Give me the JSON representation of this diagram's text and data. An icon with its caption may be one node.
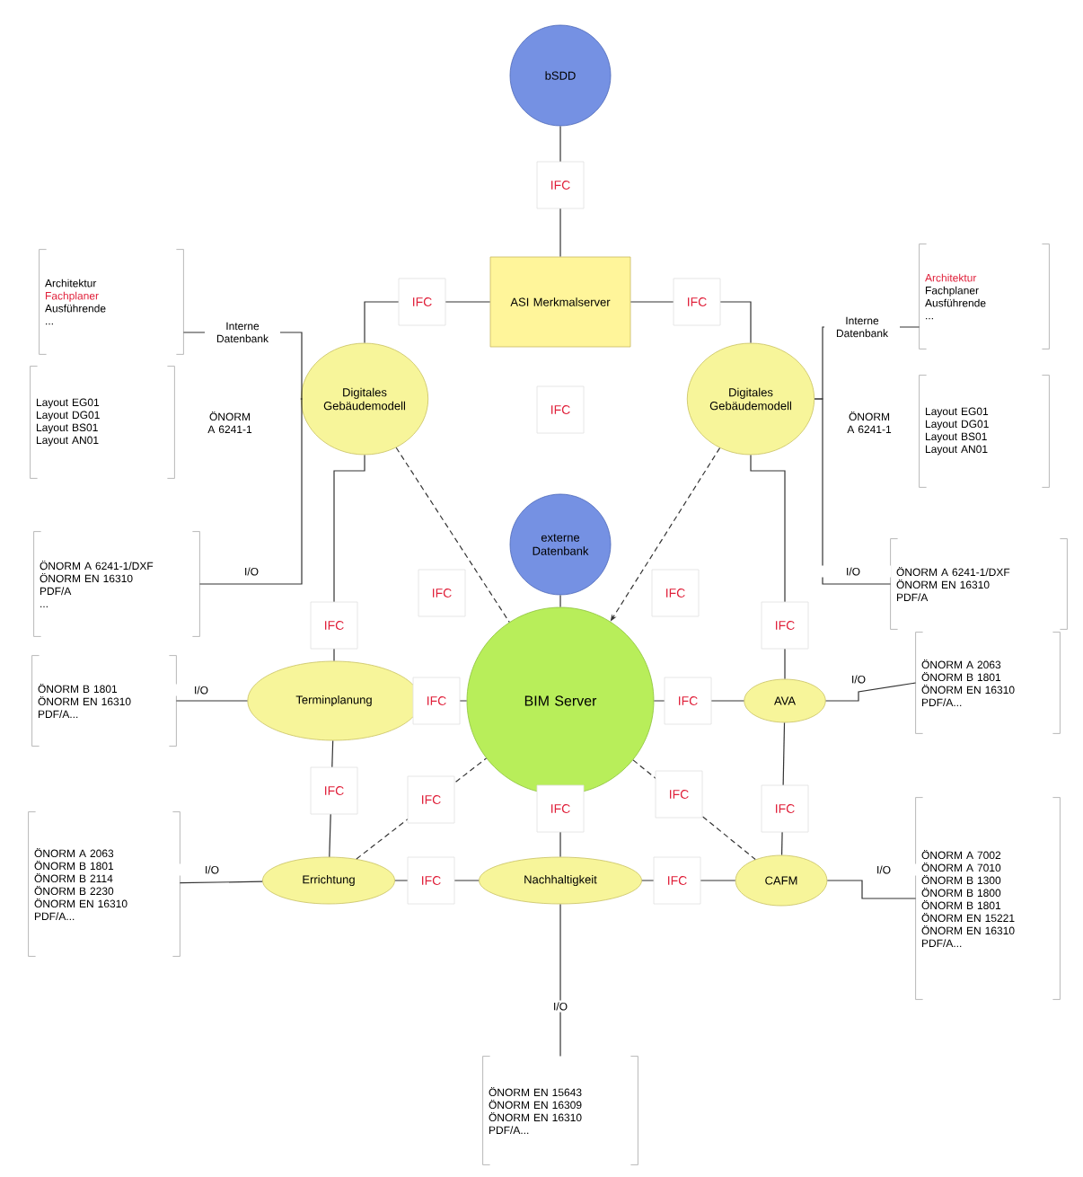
{
  "diagram": {
    "nodes": [
      {
        "text": [
          "bSDD"
        ]
      },
      {
        "text": [
          "ASI Merkmalserver"
        ]
      },
      {
        "text": [
          "Digitales Gebäudemodell"
        ]
      },
      {
        "text": [
          "Digitales Gebäudemodell"
        ]
      },
      {
        "text": [
          "externe Datenbank"
        ]
      },
      {
        "text": [
          "BIM Server"
        ]
      },
      {
        "text": [
          "Terminplanung"
        ]
      },
      {
        "text": [
          "AVA"
        ]
      },
      {
        "text": [
          "Errichtung"
        ]
      },
      {
        "text": [
          "Nachhaltigkeit"
        ]
      },
      {
        "text": [
          "CAFM"
        ]
      },
      {
        "text": [
          "Architektur",
          "Fachplaner",
          "Ausführende",
          "..."
        ]
      },
      {
        "text": [
          "Layout EG01",
          "Layout DG01",
          "Layout BS01",
          "Layout AN01"
        ],
        "beside": [
          "ÖNORM A 6241-1"
        ]
      },
      {
        "text": [
          "ÖNORM A 6241-1/DXF",
          "ÖNORM EN 16310",
          "PDF/A",
          "..."
        ]
      },
      {
        "text": [
          "ÖNORM B 1801",
          "ÖNORM EN 16310",
          "PDF/A..."
        ]
      },
      {
        "text": [
          "ÖNORM A 2063",
          "ÖNORM B 1801",
          "ÖNORM B 2114",
          "ÖNORM B 2230",
          "ÖNORM EN 16310",
          "PDF/A..."
        ]
      },
      {
        "text": [
          "ÖNORM EN 15643",
          "ÖNORM EN 16309",
          "ÖNORM EN 16310",
          "PDF/A..."
        ]
      },
      {
        "text": [
          "ÖNORM A 7002",
          "ÖNORM A 7010",
          "ÖNORM B 1300",
          "ÖNORM B 1800",
          "ÖNORM B 1801",
          "ÖNORM EN 15221",
          "ÖNORM EN 16310",
          "PDF/A..."
        ]
      },
      {
        "text": [
          "ÖNORM A 2063",
          "ÖNORM B 1801",
          "ÖNORM EN 16310",
          "PDF/A..."
        ]
      },
      {
        "text": [
          "Architektur",
          "Fachplaner",
          "Ausführende",
          "..."
        ]
      },
      {
        "text": [
          "Layout EG01",
          "Layout DG01",
          "Layout BS01",
          "Layout AN01"
        ],
        "beside": [
          "ÖNORM A 6241-1"
        ]
      },
      {
        "text": [
          "ÖNORM A 6241-1/DXF",
          "ÖNORM EN 16310",
          "PDF/A"
        ]
      }
    ],
    "edges": [
      {
        "from": 0,
        "to": 1,
        "arrow": "none",
        "label": "IFC"
      },
      {
        "from": 1,
        "to": 2,
        "arrow": "none",
        "label": "IFC"
      },
      {
        "from": 1,
        "to": 3,
        "arrow": "none",
        "label": "IFC"
      },
      {
        "from": 2,
        "to": 5,
        "arrow": "none",
        "label": "IFC",
        "style": "dashed"
      },
      {
        "from": 3,
        "to": 5,
        "arrow": "to",
        "label": "IFC",
        "style": "dashed"
      },
      {
        "from": 4,
        "to": 5,
        "arrow": "none"
      },
      {
        "from": 2,
        "to": 6,
        "arrow": "none",
        "label": "IFC"
      },
      {
        "from": 3,
        "to": 7,
        "arrow": "none",
        "label": "IFC"
      },
      {
        "from": 6,
        "to": 5,
        "arrow": "none",
        "label": "IFC"
      },
      {
        "from": 5,
        "to": 7,
        "arrow": "none",
        "label": "IFC"
      },
      {
        "from": 6,
        "to": 8,
        "arrow": "none",
        "label": "IFC"
      },
      {
        "from": 8,
        "to": 5,
        "arrow": "none",
        "label": "IFC",
        "style": "dashed"
      },
      {
        "from": 5,
        "to": 9,
        "arrow": "none",
        "label": "IFC"
      },
      {
        "from": 5,
        "to": 10,
        "arrow": "none",
        "label": "IFC",
        "style": "dashed"
      },
      {
        "from": 7,
        "to": 10,
        "arrow": "none",
        "label": "IFC"
      },
      {
        "from": 8,
        "to": 9,
        "arrow": "none",
        "label": "IFC"
      },
      {
        "from": 9,
        "to": 10,
        "arrow": "none",
        "label": "IFC"
      },
      {
        "from": 6,
        "to": 14,
        "arrow": "none",
        "label": "I/O"
      },
      {
        "from": 8,
        "to": 15,
        "arrow": "none",
        "label": "I/O"
      },
      {
        "from": 9,
        "to": 16,
        "arrow": "none",
        "label": "I/O"
      },
      {
        "from": 10,
        "to": 17,
        "arrow": "none",
        "label": "I/O"
      },
      {
        "from": 7,
        "to": 18,
        "arrow": "none",
        "label": "I/O"
      },
      {
        "from": 2,
        "to": 11,
        "arrow": "none",
        "label": "Interne Datenbank"
      },
      {
        "from": 2,
        "to": 13,
        "arrow": "none",
        "label": "I/O"
      },
      {
        "from": 3,
        "to": 19,
        "arrow": "none",
        "label": "Interne Datenbank"
      },
      {
        "from": 3,
        "to": 21,
        "arrow": "none",
        "label": "I/O"
      }
    ],
    "labels": [
      "IFC"
    ]
  }
}
